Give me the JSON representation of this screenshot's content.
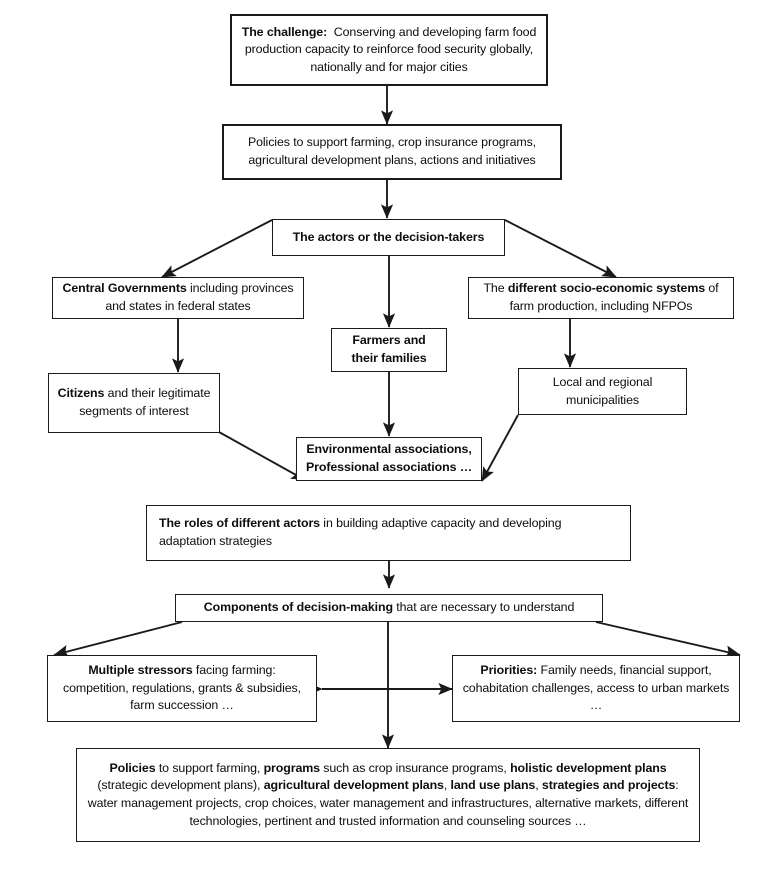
{
  "diagram": {
    "title": "Conserving and developing farm food production capacity flowchart",
    "background": "#ffffff",
    "line_color": "#1a1a1a",
    "text_color": "#0d0d0d"
  },
  "nodes": {
    "challenge": {
      "html": "<b>The challenge:</b>&nbsp; Conserving and developing farm food production capacity to reinforce food security globally, nationally and for major cities",
      "plain": "The challenge: Conserving and developing farm food production capacity to reinforce food security globally, nationally and for major cities"
    },
    "policies": {
      "html": "Policies to support farming, crop insurance programs, agricultural development plans, actions and initiatives",
      "plain": "Policies to support farming, crop insurance programs, agricultural development plans, actions and initiatives"
    },
    "actors": {
      "html": "<b>The actors or the decision-takers</b>",
      "plain": "The actors or the decision-takers"
    },
    "central_governments": {
      "html": "<b>Central Governments</b> including provinces and states in federal states",
      "plain": "Central Governments including provinces and states in federal states"
    },
    "socio_economic": {
      "html": "The <b>different socio-economic systems</b> of farm production, including NFPOs",
      "plain": "The different socio-economic systems of farm production, including NFPOs"
    },
    "farmers": {
      "html": "<b>Farmers and their families</b>",
      "plain": "Farmers and their families"
    },
    "citizens": {
      "html": "<b>Citizens</b> and their legitimate segments of interest",
      "plain": "Citizens and their legitimate segments of interest"
    },
    "municipalities": {
      "html": "Local and regional municipalities",
      "plain": "Local and regional municipalities"
    },
    "associations": {
      "html": "<b>Environmental associations, Professional associations …</b>",
      "plain": "Environmental associations, Professional associations …"
    },
    "roles": {
      "html": "<b>The roles of different actors</b> in building adaptive capacity and developing adaptation strategies",
      "plain": "The roles of different actors in building adaptive capacity and developing adaptation strategies"
    },
    "components": {
      "html": "<b>Components of decision-making</b> that are necessary to understand",
      "plain": "Components of decision-making that are necessary to understand"
    },
    "stressors": {
      "html": "<b>Multiple stressors</b> facing farming: competition, regulations, grants &amp; subsidies, farm succession …",
      "plain": "Multiple stressors facing farming: competition, regulations, grants & subsidies, farm succession …"
    },
    "priorities": {
      "html": "<b>Priorities:</b> Family needs, financial support, cohabitation challenges, access to urban markets …",
      "plain": "Priorities: Family needs, financial support, cohabitation challenges, access to urban markets …"
    },
    "outcomes": {
      "html": "<b>Policies</b> to support farming, <b>programs</b> such as crop insurance programs, <b>holistic development plans</b> (strategic development plans), <b>agricultural development plans</b>, <b>land use plans</b>, <b>strategies and projects</b>: water management projects, crop choices, water management and infrastructures, alternative markets, different technologies, pertinent and trusted information and counseling sources …",
      "plain": "Policies to support farming, programs such as crop insurance programs, holistic development plans (strategic development plans), agricultural development plans, land use plans, strategies and projects: water management projects, crop choices, water management and infrastructures, alternative markets, different technologies, pertinent and trusted information and counseling sources …"
    }
  },
  "edges": [
    {
      "from": "challenge",
      "to": "policies",
      "kind": "straight-down"
    },
    {
      "from": "policies",
      "to": "actors",
      "kind": "straight-down"
    },
    {
      "from": "actors",
      "to": "central_governments",
      "kind": "diagonal-left"
    },
    {
      "from": "actors",
      "to": "socio_economic",
      "kind": "diagonal-right"
    },
    {
      "from": "actors",
      "to": "farmers",
      "kind": "straight-down"
    },
    {
      "from": "central_governments",
      "to": "citizens",
      "kind": "straight-down"
    },
    {
      "from": "socio_economic",
      "to": "municipalities",
      "kind": "straight-down"
    },
    {
      "from": "farmers",
      "to": "associations",
      "kind": "straight-down"
    },
    {
      "from": "citizens",
      "to": "associations",
      "kind": "diagonal-right"
    },
    {
      "from": "municipalities",
      "to": "associations",
      "kind": "diagonal-left"
    },
    {
      "from": "associations",
      "to": "roles",
      "kind": "implicit"
    },
    {
      "from": "roles",
      "to": "components",
      "kind": "straight-down"
    },
    {
      "from": "components",
      "to": "stressors",
      "kind": "diagonal-left"
    },
    {
      "from": "components",
      "to": "priorities",
      "kind": "diagonal-right"
    },
    {
      "from": "stressors",
      "to": "priorities",
      "kind": "double-headed-horizontal"
    },
    {
      "from": "components",
      "to": "outcomes",
      "kind": "straight-down"
    }
  ]
}
